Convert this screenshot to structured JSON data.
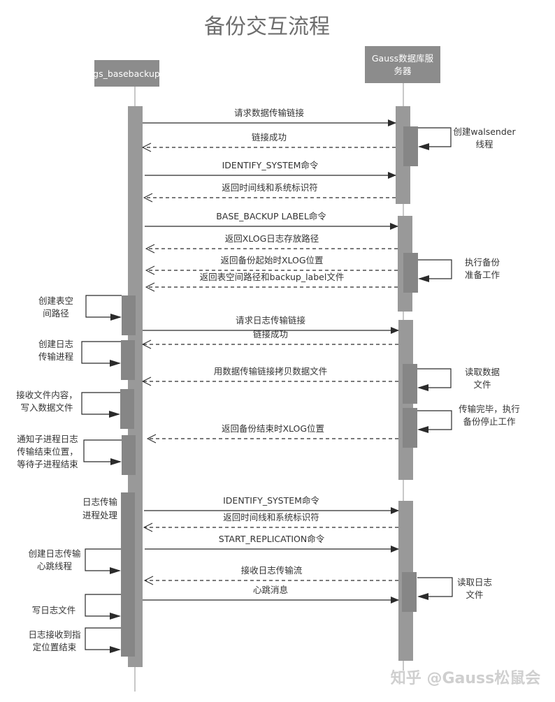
{
  "title": "备份交互流程",
  "actors": {
    "client": {
      "label_lines": [
        "gs_basebackup"
      ]
    },
    "server": {
      "label_lines": [
        "Gauss数据库服",
        "务器"
      ]
    }
  },
  "messages": [
    {
      "label": "请求数据传输链接",
      "direction": "to-server",
      "style": "solid"
    },
    {
      "label": "链接成功",
      "direction": "to-client",
      "style": "dashed"
    },
    {
      "label": "IDENTIFY_SYSTEM命令",
      "direction": "to-server",
      "style": "solid"
    },
    {
      "label": "返回时间线和系统标识符",
      "direction": "to-client",
      "style": "dashed"
    },
    {
      "label": "BASE_BACKUP LABEL命令",
      "direction": "to-server",
      "style": "solid"
    },
    {
      "label": "返回XLOG日志存放路径",
      "direction": "to-client",
      "style": "dashed"
    },
    {
      "label": "返回备份起始时XLOG位置",
      "direction": "to-client",
      "style": "dashed"
    },
    {
      "label": "返回表空间路径和backup_label文件",
      "direction": "to-client",
      "style": "dashed"
    },
    {
      "label": "请求日志传输链接",
      "direction": "to-server",
      "style": "solid"
    },
    {
      "label": "链接成功",
      "direction": "to-client",
      "style": "dashed"
    },
    {
      "label": "用数据传输链接拷贝数据文件",
      "direction": "to-client",
      "style": "dashed"
    },
    {
      "label": "返回备份结束时XLOG位置",
      "direction": "to-client",
      "style": "dashed"
    },
    {
      "label": "IDENTIFY_SYSTEM命令",
      "direction": "to-server",
      "style": "solid"
    },
    {
      "label": "返回时间线和系统标识符",
      "direction": "to-client",
      "style": "dashed"
    },
    {
      "label": "START_REPLICATION命令",
      "direction": "to-server",
      "style": "solid"
    },
    {
      "label": "接收日志传输流",
      "direction": "to-client",
      "style": "dashed"
    },
    {
      "label": "心跳消息",
      "direction": "to-server",
      "style": "solid"
    }
  ],
  "self_calls": {
    "server": [
      {
        "lines": [
          "创建walsender",
          "线程"
        ]
      },
      {
        "lines": [
          "执行备份",
          "准备工作"
        ]
      },
      {
        "lines": [
          "读取数据",
          "文件"
        ]
      },
      {
        "lines": [
          "传输完毕，执行",
          "备份停止工作"
        ]
      },
      {
        "lines": [
          "读取日志",
          "文件"
        ]
      }
    ],
    "client": [
      {
        "lines": [
          "创建表空",
          "间路径"
        ]
      },
      {
        "lines": [
          "创建日志",
          "传输进程"
        ]
      },
      {
        "lines": [
          "接收文件内容，",
          "写入数据文件"
        ]
      },
      {
        "lines": [
          "通知子进程日志",
          "传输结束位置，",
          "等待子进程结束"
        ]
      },
      {
        "lines": [
          "创建日志传输",
          "心跳线程"
        ]
      },
      {
        "lines": [
          "写日志文件"
        ]
      },
      {
        "lines": [
          "日志接收到指",
          "定位置结束"
        ]
      }
    ]
  },
  "notes": {
    "log_process": {
      "lines": [
        "日志传输",
        "进程处理"
      ]
    }
  },
  "watermark": "知乎 @Gauss松鼠会",
  "colors": {
    "actor_box": "#8c8c8c",
    "activation": "#999999",
    "activation_nested": "#868686",
    "lifeline": "#b5b5b5",
    "arrow": "#2b2b2b",
    "text": "#333333"
  }
}
